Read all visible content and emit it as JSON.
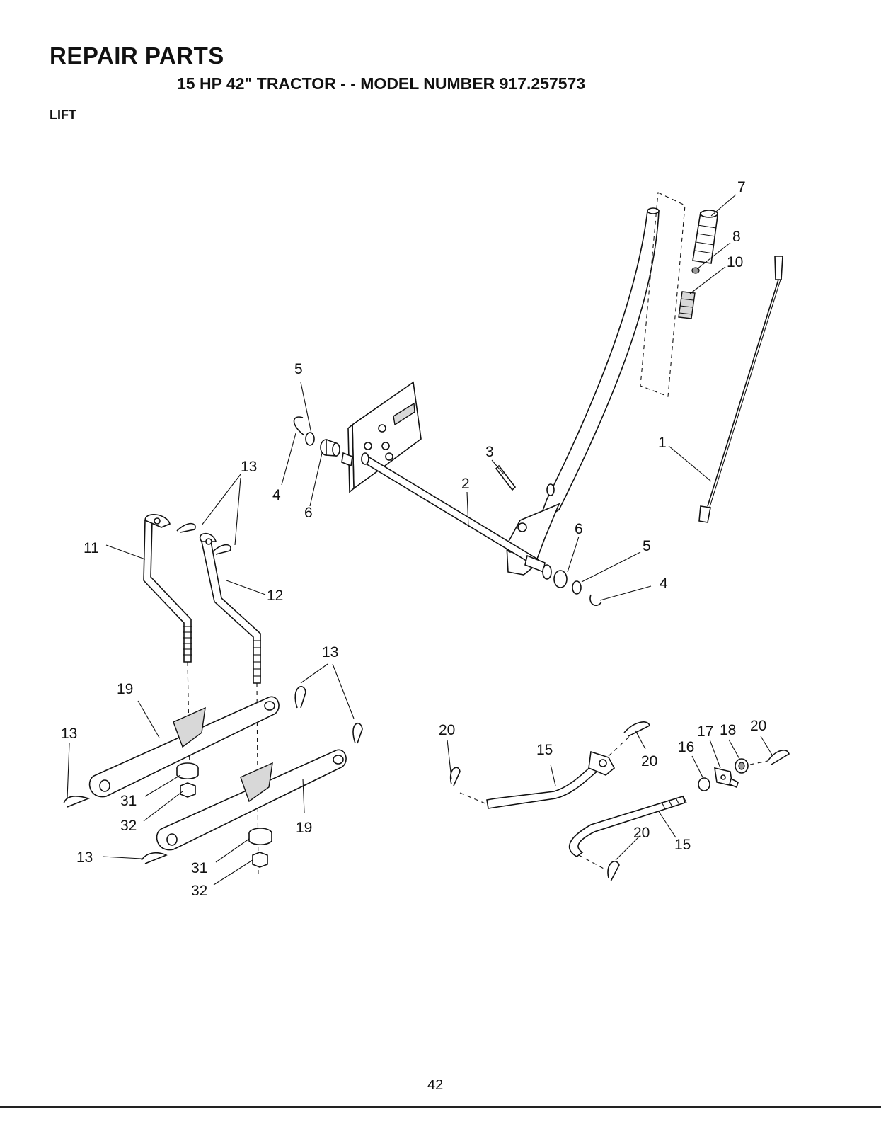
{
  "header": {
    "title": "REPAIR PARTS",
    "subtitle": "15 HP 42\" TRACTOR - - MODEL NUMBER 917.257573",
    "section": "LIFT"
  },
  "callouts": [
    {
      "id": "c-7",
      "text": "7"
    },
    {
      "id": "c-8",
      "text": "8"
    },
    {
      "id": "c-10",
      "text": "10"
    },
    {
      "id": "c-1",
      "text": "1"
    },
    {
      "id": "c-5a",
      "text": "5"
    },
    {
      "id": "c-4a",
      "text": "4"
    },
    {
      "id": "c-6a",
      "text": "6"
    },
    {
      "id": "c-3",
      "text": "3"
    },
    {
      "id": "c-2",
      "text": "2"
    },
    {
      "id": "c-6b",
      "text": "6"
    },
    {
      "id": "c-5b",
      "text": "5"
    },
    {
      "id": "c-4b",
      "text": "4"
    },
    {
      "id": "c-13a",
      "text": "13"
    },
    {
      "id": "c-11",
      "text": "11"
    },
    {
      "id": "c-12",
      "text": "12"
    },
    {
      "id": "c-13b",
      "text": "13"
    },
    {
      "id": "c-19a",
      "text": "19"
    },
    {
      "id": "c-13c",
      "text": "13"
    },
    {
      "id": "c-31a",
      "text": "31"
    },
    {
      "id": "c-32a",
      "text": "32"
    },
    {
      "id": "c-19b",
      "text": "19"
    },
    {
      "id": "c-13d",
      "text": "13"
    },
    {
      "id": "c-31b",
      "text": "31"
    },
    {
      "id": "c-32b",
      "text": "32"
    },
    {
      "id": "c-20a",
      "text": "20"
    },
    {
      "id": "c-15a",
      "text": "15"
    },
    {
      "id": "c-20b",
      "text": "20"
    },
    {
      "id": "c-16",
      "text": "16"
    },
    {
      "id": "c-17",
      "text": "17"
    },
    {
      "id": "c-18",
      "text": "18"
    },
    {
      "id": "c-20c",
      "text": "20"
    },
    {
      "id": "c-20d",
      "text": "20"
    },
    {
      "id": "c-15b",
      "text": "15"
    }
  ],
  "footer": {
    "page_number": "42"
  }
}
